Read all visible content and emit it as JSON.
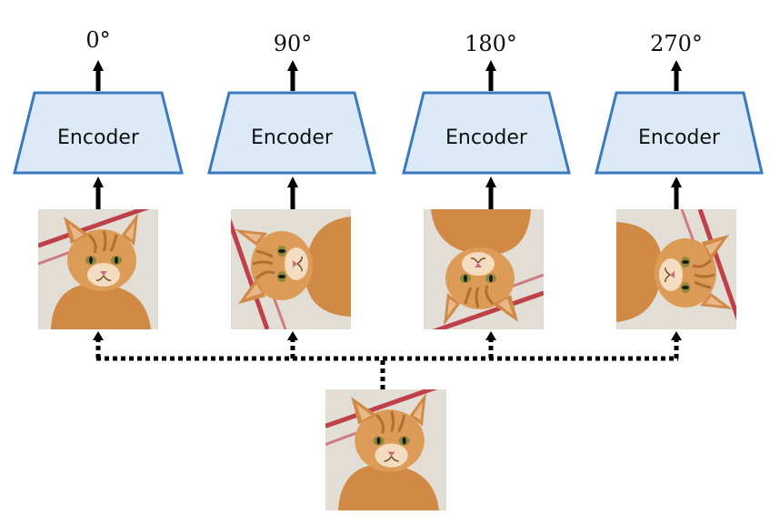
{
  "colors": {
    "encoder_fill": "#dce9f6",
    "encoder_stroke": "#3a7ac0",
    "arrow": "#000000",
    "cat_fur": "#d79a55",
    "cat_fur_dark": "#b06e30",
    "background_photo": "#e9e4dc",
    "stripe": "#c0404a"
  },
  "branches": [
    {
      "angle_label": "0°",
      "encoder_label": "Encoder",
      "image_icon": "cat-photo-rotated-0"
    },
    {
      "angle_label": "90°",
      "encoder_label": "Encoder",
      "image_icon": "cat-photo-rotated-90"
    },
    {
      "angle_label": "180°",
      "encoder_label": "Encoder",
      "image_icon": "cat-photo-rotated-180"
    },
    {
      "angle_label": "270°",
      "encoder_label": "Encoder",
      "image_icon": "cat-photo-rotated-270"
    }
  ],
  "source": {
    "image_icon": "cat-photo-original"
  }
}
